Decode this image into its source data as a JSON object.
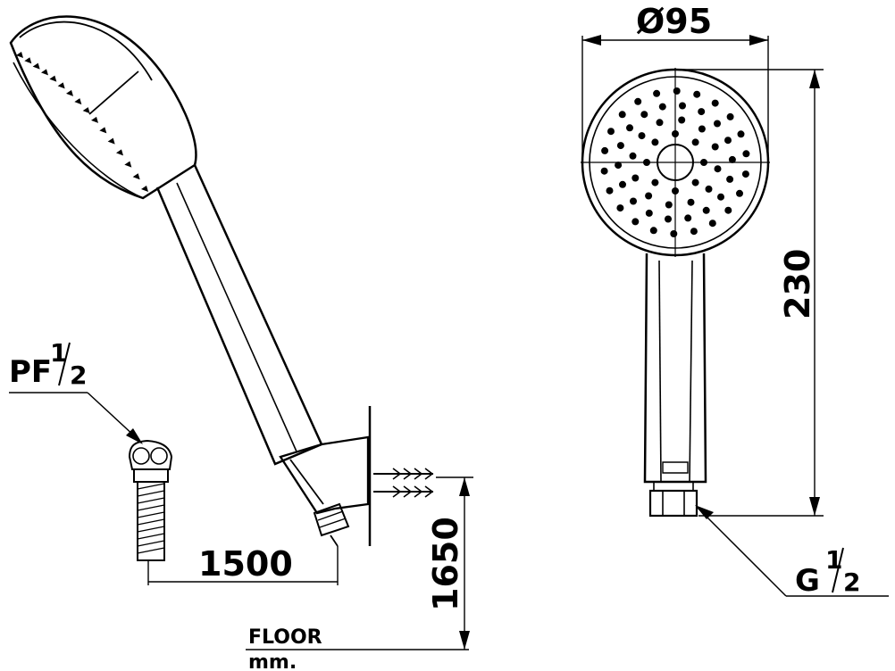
{
  "dimensions": {
    "pf_thread_prefix": "PF",
    "pf_thread_num": "1",
    "pf_thread_den": "2",
    "hose_length": "1500",
    "holder_height": "1650",
    "floor_label": "FLOOR",
    "unit_label": "mm.",
    "head_diameter": "Ø95",
    "total_length": "230",
    "g_thread_prefix": "G",
    "g_thread_num": "1",
    "g_thread_den": "2"
  },
  "colors": {
    "line": "#000000",
    "background": "#ffffff"
  }
}
